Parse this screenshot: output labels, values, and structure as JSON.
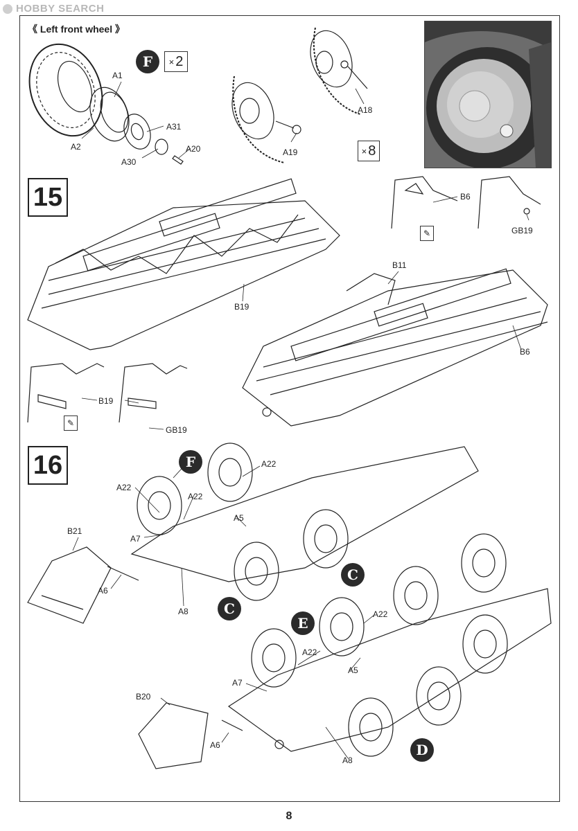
{
  "watermark": {
    "text": "HOBBY SEARCH"
  },
  "section": {
    "title": "《 Left front wheel 》"
  },
  "steps": {
    "step15": "15",
    "step16": "16"
  },
  "badges": {
    "f_top": "F",
    "f_step16": "F",
    "c1": "C",
    "c2": "C",
    "e": "E",
    "d": "D"
  },
  "quantities": {
    "x2": "2",
    "x8": "8",
    "times": "×"
  },
  "labels": {
    "a1": "A1",
    "a2": "A2",
    "a31": "A31",
    "a30": "A30",
    "a20": "A20",
    "a19": "A19",
    "a18": "A18",
    "b6_top": "B6",
    "gb19_top": "GB19",
    "b11": "B11",
    "b19_main": "B19",
    "b6_side": "B6",
    "b19_detail": "B19",
    "gb19_detail": "GB19",
    "a22_1": "A22",
    "a22_2": "A22",
    "a22_3": "A22",
    "a5_1": "A5",
    "a7_1": "A7",
    "b21": "B21",
    "a6_1": "A6",
    "a8_1": "A8",
    "a22_4": "A22",
    "a22_5": "A22",
    "a5_2": "A5",
    "a7_2": "A7",
    "b20": "B20",
    "a6_2": "A6",
    "a8_2": "A8"
  },
  "icons": {
    "glue": "glue-icon",
    "pointer": "pointer-arrow-icon"
  },
  "page": {
    "number": "8"
  }
}
